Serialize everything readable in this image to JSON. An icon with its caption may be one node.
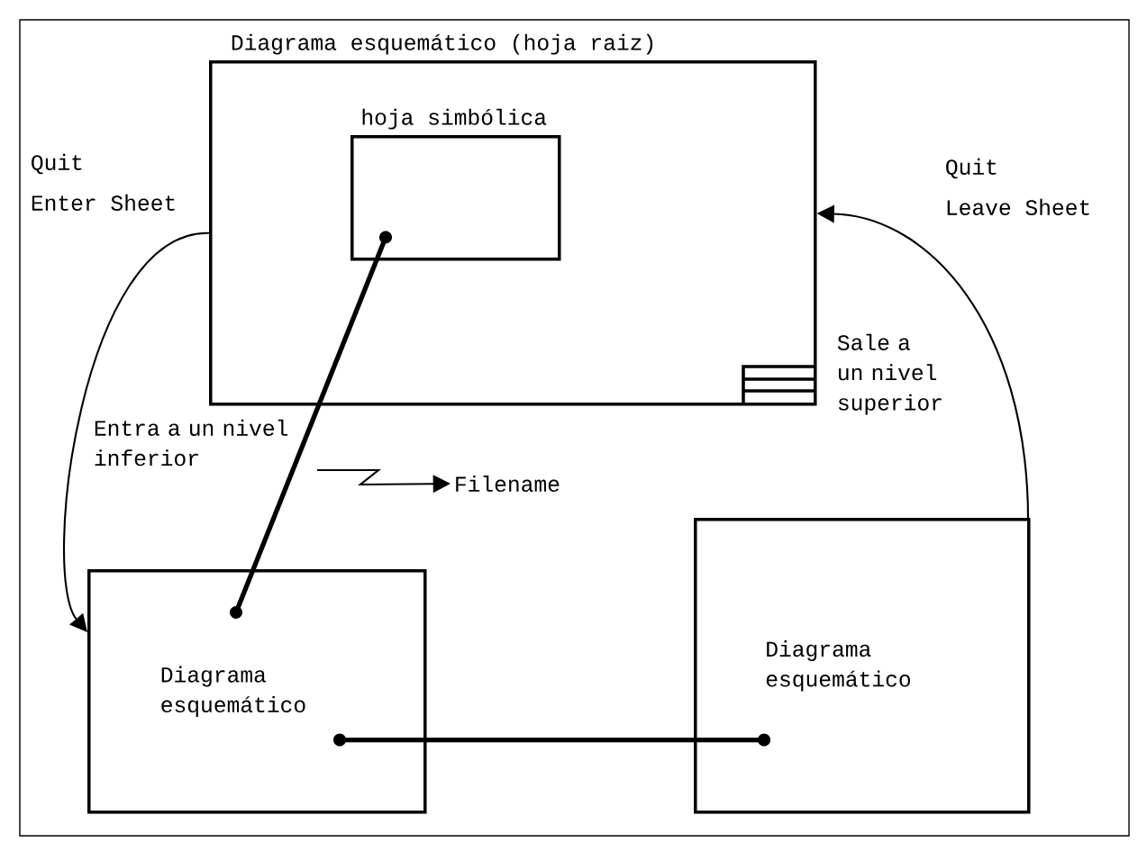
{
  "diagram": {
    "nodes": [
      {
        "text": [
          "Diagrama esquemático (hoja raiz)"
        ]
      },
      {
        "text": [
          "hoja simbólica"
        ],
        "in": 0
      },
      {
        "text": [
          "Diagrama esquemático"
        ]
      },
      {
        "text": [
          "Diagrama esquemático"
        ]
      },
      {
        "text": [
          "Filename"
        ]
      }
    ],
    "edges": [
      {
        "from": 0,
        "to": 2,
        "arrow": "to"
      },
      {
        "from": 3,
        "to": 0,
        "arrow": "to"
      },
      {
        "from": 1,
        "to": 2,
        "arrow": "other",
        "style": "thick"
      },
      {
        "from": 2,
        "to": 3,
        "arrow": "other",
        "style": "thick"
      },
      {
        "from": null,
        "to": 4,
        "arrow": "to"
      }
    ],
    "labels": [
      "Quit",
      "Enter Sheet",
      "Quit",
      "Leave Sheet",
      "Entra a un nivel inferior",
      "Sale a un nivel superior"
    ]
  }
}
